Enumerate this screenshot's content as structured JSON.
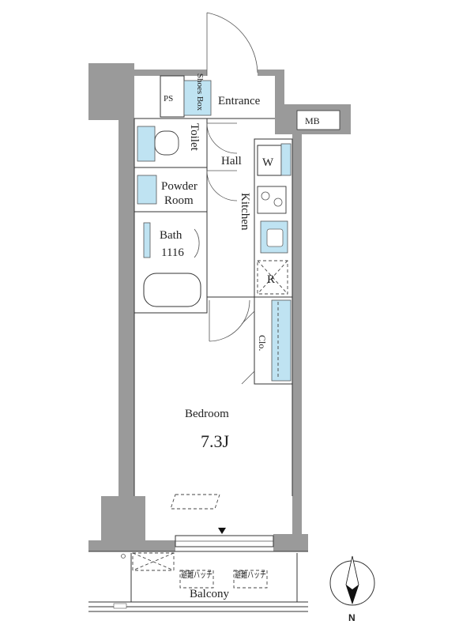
{
  "rooms": {
    "ps": "PS",
    "shoes_box_line1": "Shoes",
    "shoes_box_line2": "Box",
    "entrance": "Entrance",
    "mb": "MB",
    "toilet": "Toilet",
    "hall": "Hall",
    "washer": "W",
    "powder_room_line1": "Powder",
    "powder_room_line2": "Room",
    "kitchen": "Kitchen",
    "bath": "Bath",
    "bath_size": "1116",
    "refrigerator": "R",
    "closet": "Clo.",
    "bedroom": "Bedroom",
    "bedroom_size": "7.3J",
    "balcony": "Balcony",
    "escape_hatch_left": "避難ハッチ",
    "escape_hatch_right": "避難ハッチ"
  },
  "compass": {
    "north_label": "N"
  },
  "colors": {
    "wall": "#9a9a9a",
    "fixture_blue": "#bfe3f2"
  }
}
